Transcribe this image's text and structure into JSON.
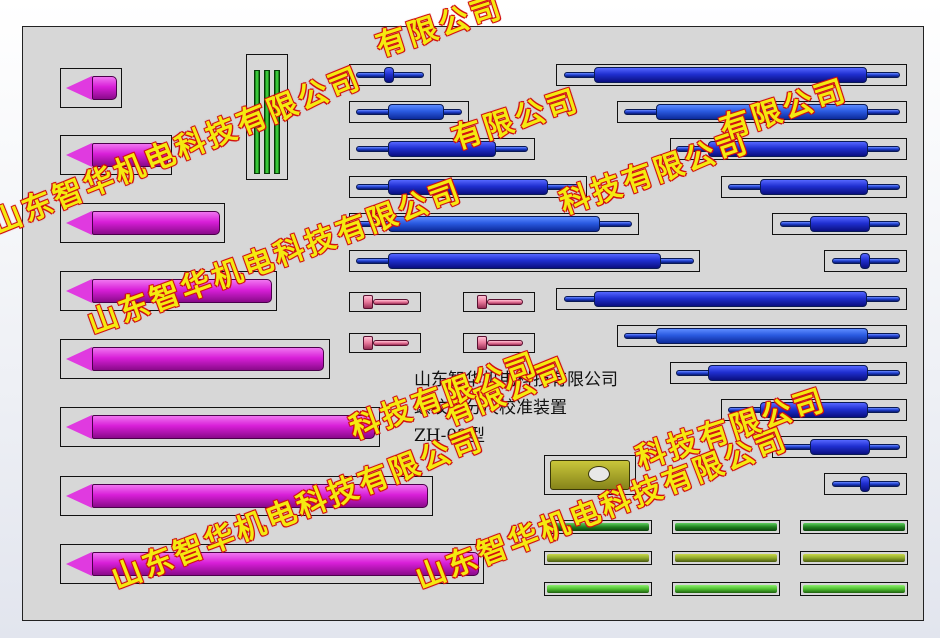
{
  "label": {
    "company": "山东智华机电科技有限公司",
    "device": "螺纹千分尺校准装置",
    "model": "ZH-02型"
  },
  "watermark": {
    "text_full": "山东智华机电科技有限公司",
    "text_tail": "科技有限公司",
    "text_short": "有限公司"
  },
  "colors": {
    "tray": "#d7d7d7",
    "magenta_rod": "#d81fd8",
    "blue_rod": "#1f2fd0",
    "blue_light": "#2a5ae0",
    "green_rod": "#2fbf2f",
    "olive_rod": "#8fa82a",
    "pink_pin": "#e8779a",
    "watermark_fill": "#f4ea10",
    "watermark_outline": "#d21010"
  }
}
